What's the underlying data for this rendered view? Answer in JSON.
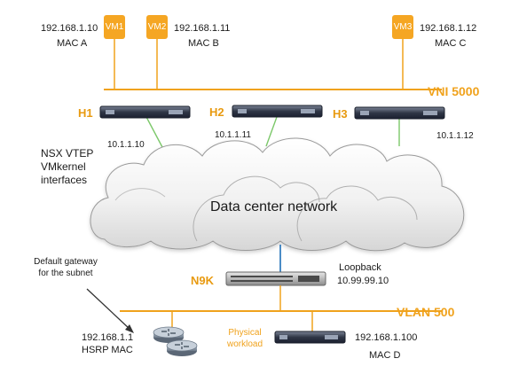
{
  "colors": {
    "accent": "#f0a21c",
    "host_label": "#e89a10",
    "vm_box": "#f5a623",
    "tunnel_link": "#7cc86a",
    "uplink": "#1e6fb8"
  },
  "vms": [
    {
      "label": "VM1",
      "ip": "192.168.1.10",
      "mac": "MAC A"
    },
    {
      "label": "VM2",
      "ip": "192.168.1.11",
      "mac": "MAC B"
    },
    {
      "label": "VM3",
      "ip": "192.168.1.12",
      "mac": "MAC C"
    }
  ],
  "vni_label": "VNI 5000",
  "hosts": [
    {
      "label": "H1",
      "vtep_ip": "10.1.1.10"
    },
    {
      "label": "H2",
      "vtep_ip": "10.1.1.11"
    },
    {
      "label": "H3",
      "vtep_ip": "10.1.1.12"
    }
  ],
  "vtep_caption": [
    "NSX VTEP",
    "VMkernel",
    "interfaces"
  ],
  "cloud_label": "Data center network",
  "switch": {
    "label": "N9K",
    "loopback_title": "Loopback",
    "loopback_ip": "10.99.99.10"
  },
  "gateway_note": [
    "Default gateway",
    "for the subnet"
  ],
  "vlan_label": "VLAN 500",
  "hsrp": {
    "ip": "192.168.1.1",
    "mac": "HSRP MAC"
  },
  "physical": {
    "caption": [
      "Physical",
      "workload"
    ],
    "ip": "192.168.1.100",
    "mac": "MAC D"
  }
}
